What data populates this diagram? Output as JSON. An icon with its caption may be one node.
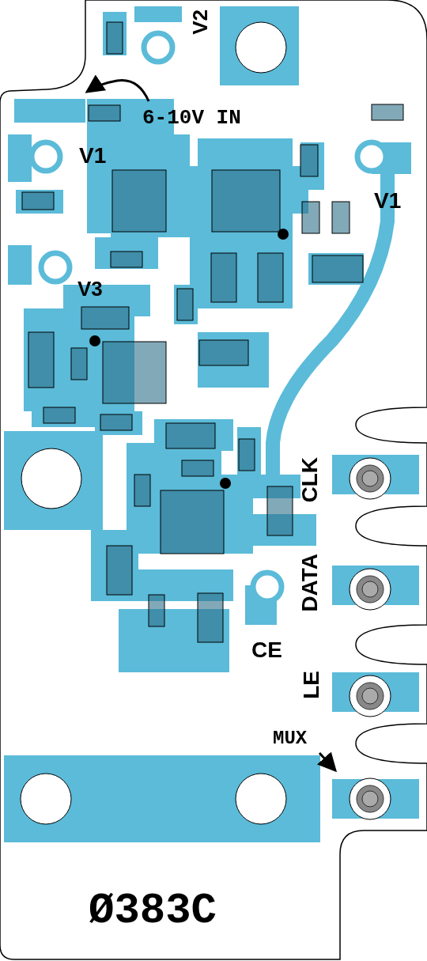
{
  "diagram": {
    "nodes": [
      {
        "text": [
          "6-10V IN"
        ]
      },
      {
        "text": [
          "MUX"
        ]
      }
    ],
    "edges": [
      {
        "from": 0,
        "to": null,
        "arrow": "to"
      },
      {
        "from": 1,
        "to": null,
        "arrow": "to"
      }
    ],
    "labels": [
      "V2",
      "V1",
      "V1",
      "V3",
      "CLK",
      "DATA",
      "CE",
      "LE",
      "Ø383C"
    ]
  }
}
